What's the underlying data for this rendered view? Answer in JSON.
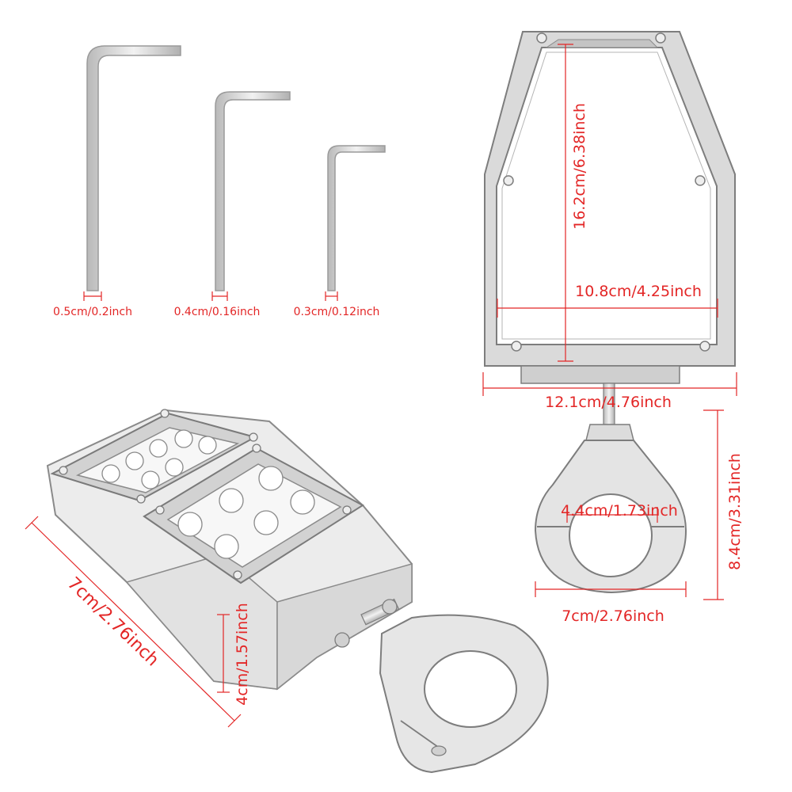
{
  "colors": {
    "dimension": "#e32626",
    "outline": "#8a8a8a",
    "metal": "#c8c8c8"
  },
  "hex_keys": {
    "large": {
      "label": "0.5cm/0.2inch"
    },
    "medium": {
      "label": "0.4cm/0.16inch"
    },
    "small": {
      "label": "0.3cm/0.12inch"
    }
  },
  "mirror": {
    "height_label": "16.2cm/6.38inch",
    "inner_width_label": "10.8cm/4.25inch",
    "outer_width_label": "12.1cm/4.76inch",
    "clamp_bore_label": "4.4cm/1.73inch",
    "clamp_height_label": "8.4cm/3.31inch",
    "clamp_width_label": "7cm/2.76inch"
  },
  "light": {
    "length_label": "7cm/2.76inch",
    "height_label": "4cm/1.57inch"
  }
}
